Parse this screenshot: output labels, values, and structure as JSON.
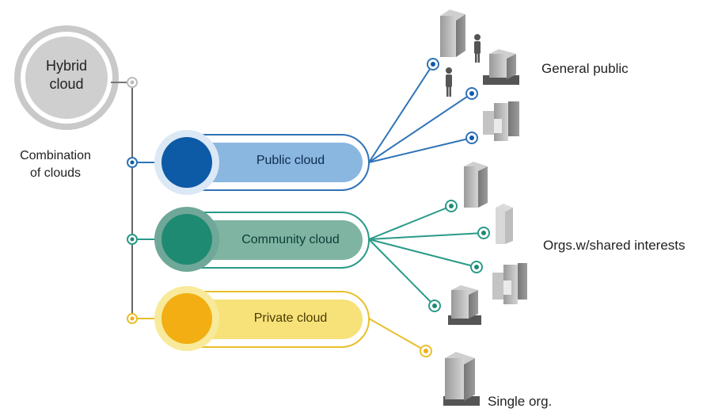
{
  "diagram": {
    "hybrid": {
      "line1": "Hybrid",
      "line2": "cloud"
    },
    "combination": {
      "line1": "Combination",
      "line2": "of clouds"
    },
    "clouds": [
      {
        "label": "Public cloud",
        "color": "#2f73b7",
        "fill": "#8ab7e0",
        "dark": "#0d5aa7"
      },
      {
        "label": "Community cloud",
        "color": "#2a9a88",
        "fill": "#7fb4a2",
        "dark": "#1f8a72"
      },
      {
        "label": "Private cloud",
        "color": "#e9bf2a",
        "fill": "#f7e27a",
        "dark": "#f2ae12"
      }
    ],
    "audiences": {
      "general_public": "General public",
      "shared_interests": "Orgs.w/shared interests",
      "single_org": "Single org."
    },
    "icons": [
      "building-icon",
      "person-icon",
      "office-complex-icon"
    ]
  }
}
